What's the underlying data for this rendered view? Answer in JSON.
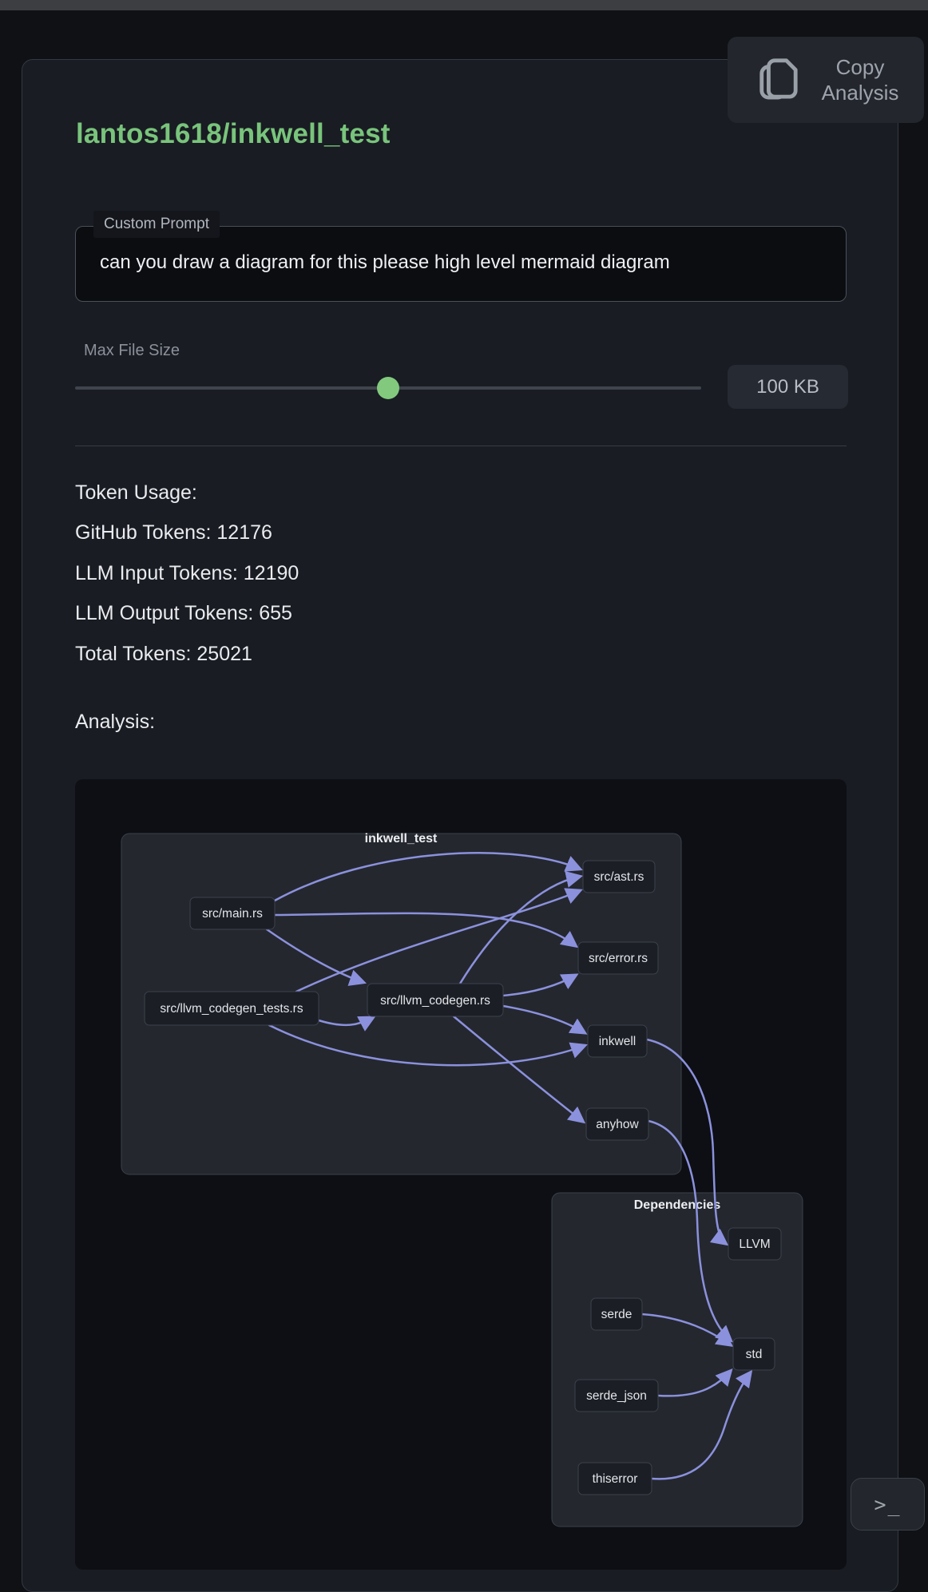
{
  "copy_button": {
    "label": "Copy Analysis"
  },
  "title": "lantos1618/inkwell_test",
  "prompt": {
    "label": "Custom Prompt",
    "value": "can you draw a diagram for this please high level mermaid diagram"
  },
  "max_file_size": {
    "label": "Max File Size",
    "value": "100 KB",
    "percent": 50
  },
  "token_usage": {
    "lines": [
      "Token Usage:",
      "GitHub Tokens: 12176",
      "LLM Input Tokens: 12190",
      "LLM Output Tokens: 655",
      "Total Tokens: 25021"
    ]
  },
  "analysis": {
    "heading": "Analysis:"
  },
  "diagram": {
    "type": "flowchart",
    "subgraphs": [
      {
        "id": "inkwell_test",
        "label": "inkwell_test"
      },
      {
        "id": "dependencies",
        "label": "Dependencies"
      }
    ],
    "nodes": [
      {
        "id": "main",
        "label": "src/main.rs",
        "subgraph": "inkwell_test"
      },
      {
        "id": "llvm_codegen_tests",
        "label": "src/llvm_codegen_tests.rs",
        "subgraph": "inkwell_test"
      },
      {
        "id": "llvm_codegen",
        "label": "src/llvm_codegen.rs",
        "subgraph": "inkwell_test"
      },
      {
        "id": "ast",
        "label": "src/ast.rs",
        "subgraph": "inkwell_test"
      },
      {
        "id": "error",
        "label": "src/error.rs",
        "subgraph": "inkwell_test"
      },
      {
        "id": "inkwell",
        "label": "inkwell",
        "subgraph": "inkwell_test"
      },
      {
        "id": "anyhow",
        "label": "anyhow",
        "subgraph": "inkwell_test"
      },
      {
        "id": "llvm",
        "label": "LLVM",
        "subgraph": "dependencies"
      },
      {
        "id": "serde",
        "label": "serde",
        "subgraph": "dependencies"
      },
      {
        "id": "std",
        "label": "std",
        "subgraph": "dependencies"
      },
      {
        "id": "serde_json",
        "label": "serde_json",
        "subgraph": "dependencies"
      },
      {
        "id": "thiserror",
        "label": "thiserror",
        "subgraph": "dependencies"
      }
    ],
    "edges": [
      [
        "main",
        "ast"
      ],
      [
        "main",
        "error"
      ],
      [
        "main",
        "llvm_codegen"
      ],
      [
        "llvm_codegen_tests",
        "ast"
      ],
      [
        "llvm_codegen_tests",
        "llvm_codegen"
      ],
      [
        "llvm_codegen_tests",
        "inkwell"
      ],
      [
        "llvm_codegen",
        "ast"
      ],
      [
        "llvm_codegen",
        "error"
      ],
      [
        "llvm_codegen",
        "inkwell"
      ],
      [
        "llvm_codegen",
        "anyhow"
      ],
      [
        "inkwell",
        "llvm"
      ],
      [
        "anyhow",
        "std"
      ],
      [
        "serde",
        "std"
      ],
      [
        "serde_json",
        "std"
      ],
      [
        "thiserror",
        "std"
      ]
    ],
    "edge_color": "#8b91dc"
  },
  "terminal_button": {
    "label": ">_"
  },
  "colors": {
    "accent_green": "#79c47c",
    "edge": "#8b91dc",
    "card_bg": "#191c22"
  }
}
